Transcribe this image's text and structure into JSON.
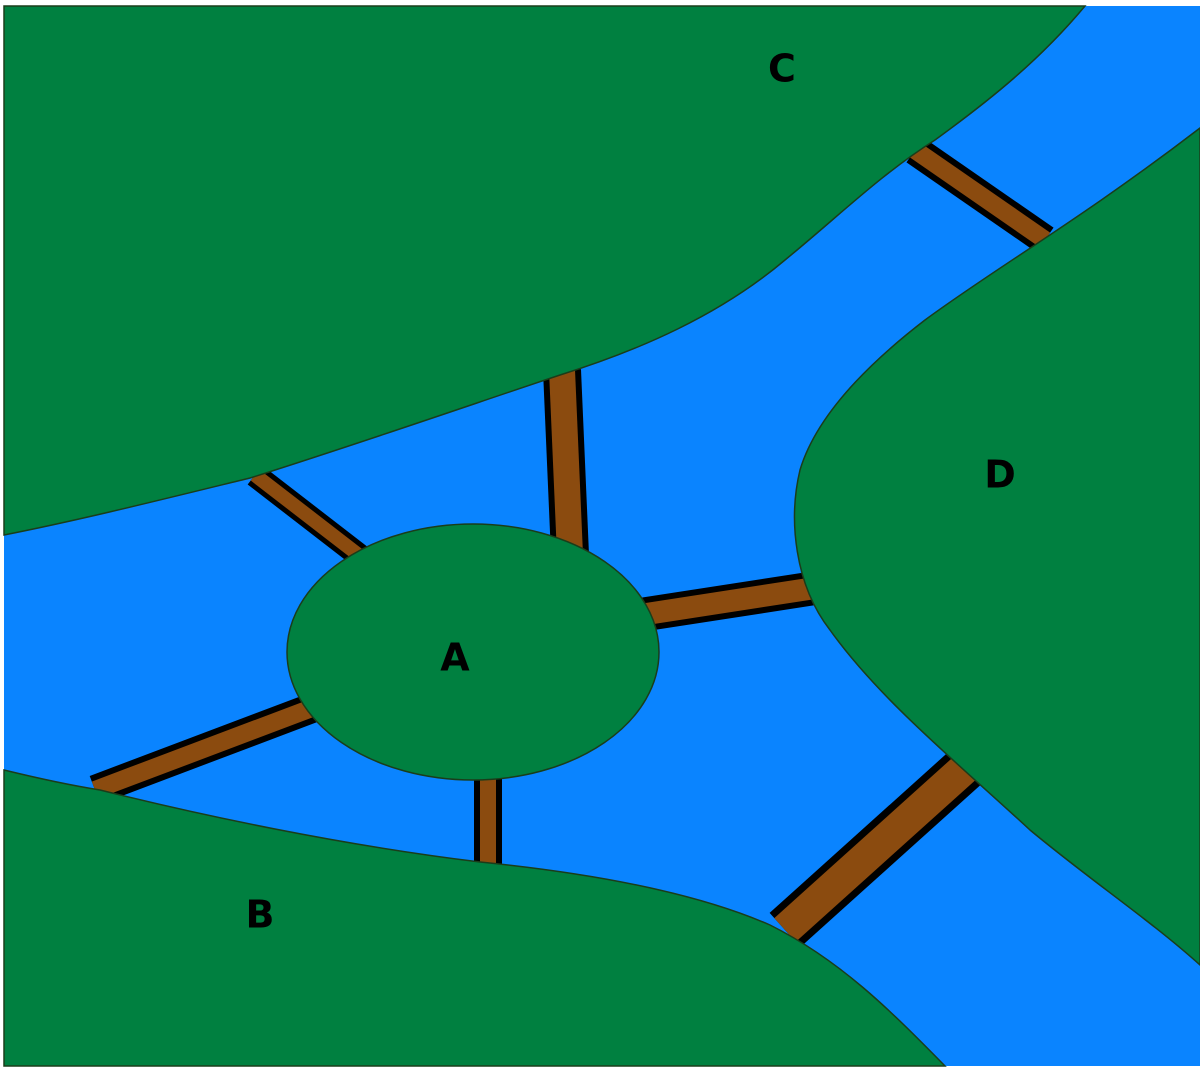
{
  "colors": {
    "water": "#0a84ff",
    "land": "#008040",
    "bridge": "#8b4b0f",
    "bridge_edge": "#000000",
    "label": "#000000",
    "border": "#ffffff"
  },
  "regions": [
    {
      "id": "A",
      "label": "A"
    },
    {
      "id": "B",
      "label": "B"
    },
    {
      "id": "C",
      "label": "C"
    },
    {
      "id": "D",
      "label": "D"
    }
  ],
  "bridges": [
    {
      "id": "bridge-a-c-left",
      "connects": [
        "A",
        "C"
      ]
    },
    {
      "id": "bridge-a-c-right",
      "connects": [
        "A",
        "C"
      ]
    },
    {
      "id": "bridge-a-d",
      "connects": [
        "A",
        "D"
      ]
    },
    {
      "id": "bridge-a-b-left",
      "connects": [
        "A",
        "B"
      ]
    },
    {
      "id": "bridge-a-b-right",
      "connects": [
        "A",
        "B"
      ]
    },
    {
      "id": "bridge-b-d",
      "connects": [
        "B",
        "D"
      ]
    },
    {
      "id": "bridge-c-d",
      "connects": [
        "C",
        "D"
      ]
    }
  ]
}
